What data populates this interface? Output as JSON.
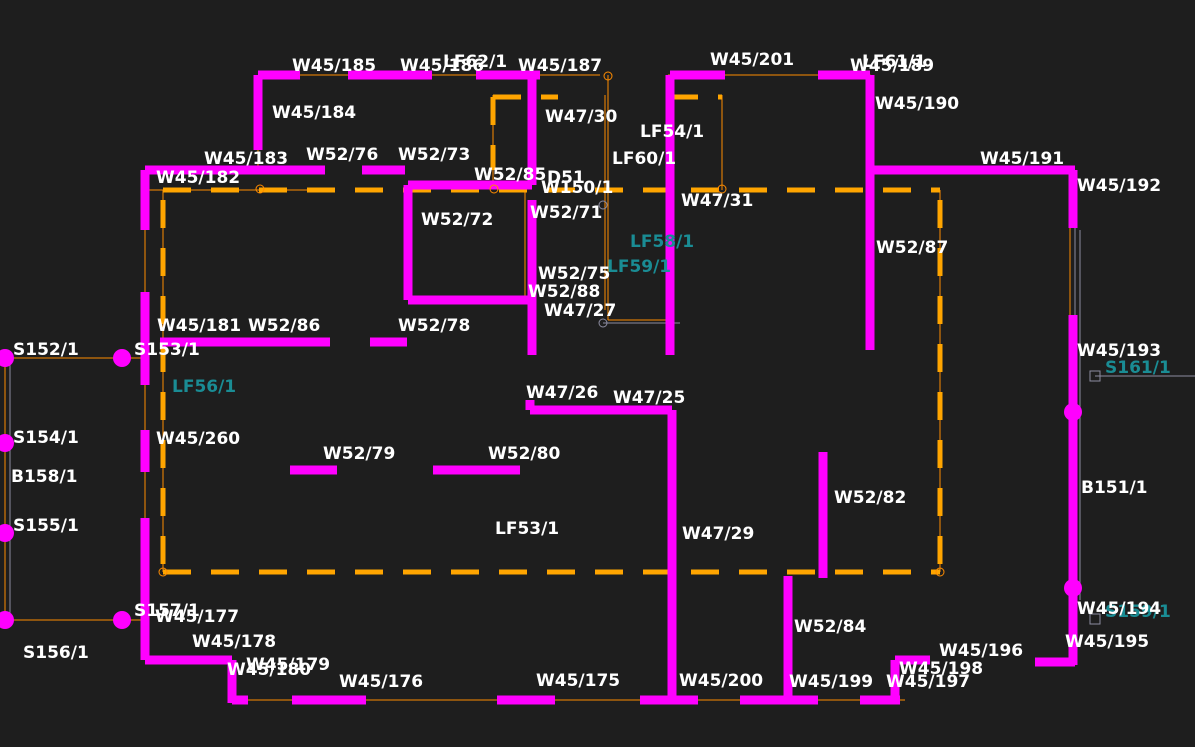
{
  "colors": {
    "background": "#1e1e1e",
    "wall": "#ff00ff",
    "dashed_wall": "#ffa500",
    "thin_line": "#ff8c00",
    "label_white": "#ffffff",
    "label_teal": "#1a8c94",
    "gray_line": "#8c8ca0"
  },
  "labels": {
    "w45_185": "W45/185",
    "w45_186": "W45/186",
    "lf62_1": "LF62/1",
    "w45_187": "W45/187",
    "w45_201": "W45/201",
    "lf61_1": "LF61/1",
    "w45_189": "W45/189",
    "w45_184": "W45/184",
    "w47_30": "W47/30",
    "w45_190": "W45/190",
    "lf54_1": "LF54/1",
    "w45_183": "W45/183",
    "w52_76": "W52/76",
    "w52_73": "W52/73",
    "lf60_1": "LF60/1",
    "w45_191": "W45/191",
    "w45_182": "W45/182",
    "w52_85": "W52/85",
    "d51": "D51",
    "w150_1": "W150/1",
    "w45_192": "W45/192",
    "w47_31": "W47/31",
    "w52_72": "W52/72",
    "w52_71": "W52/71",
    "lf58_1": "LF58/1",
    "w52_87": "W52/87",
    "w52_75": "W52/75",
    "lf59_1": "LF59/1",
    "w52_88": "W52/88",
    "w47_27": "W47/27",
    "w45_181": "W45/181",
    "w52_86": "W52/86",
    "w52_78": "W52/78",
    "s152_1": "S152/1",
    "s153_1": "S153/1",
    "w45_193": "W45/193",
    "s161_1": "S161/1",
    "lf56_1": "LF56/1",
    "w47_26": "W47/26",
    "w47_25": "W47/25",
    "s154_1": "S154/1",
    "w45_260": "W45/260",
    "w52_79": "W52/79",
    "w52_80": "W52/80",
    "b158_1": "B158/1",
    "b151_1": "B151/1",
    "w52_82": "W52/82",
    "s155_1": "S155/1",
    "lf53_1": "LF53/1",
    "w47_29": "W47/29",
    "s157_1": "S157/1",
    "w45_177": "W45/177",
    "w45_194": "W45/194",
    "s159_1": "S159/1",
    "w45_178": "W45/178",
    "w52_84": "W52/84",
    "w45_195": "W45/195",
    "s156_1": "S156/1",
    "w45_196": "W45/196",
    "w45_180": "W45/180",
    "w45_179": "W45/179",
    "w45_198": "W45/198",
    "w45_176": "W45/176",
    "w45_175": "W45/175",
    "w45_200": "W45/200",
    "w45_199": "W45/199",
    "w45_197": "W45/197"
  }
}
